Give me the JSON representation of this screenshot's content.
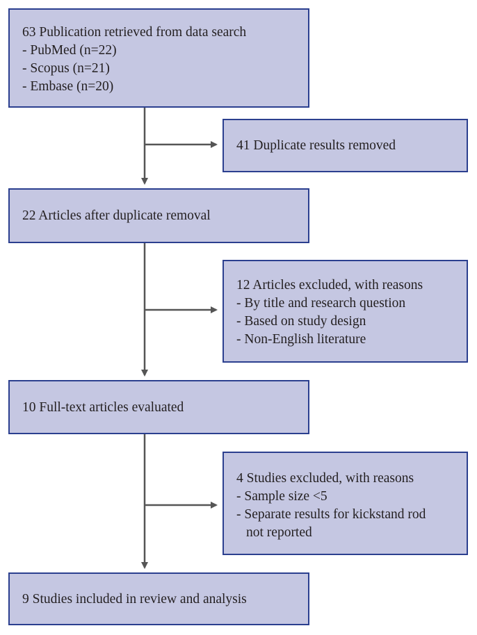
{
  "diagram": {
    "colors": {
      "box_fill": "#c5c7e2",
      "box_border": "#2b3f8f",
      "arrow": "#555555"
    },
    "boxes": {
      "identified": {
        "title": "63 Publication retrieved from data search",
        "items": [
          "- PubMed (n=22)",
          "- Scopus (n=21)",
          "- Embase (n=20)"
        ]
      },
      "duplicates": {
        "title": "41 Duplicate results removed"
      },
      "after_dedup": {
        "title": "22 Articles after duplicate removal"
      },
      "excluded_1": {
        "title": "12 Articles excluded, with reasons",
        "items": [
          "- By title and research question",
          "- Based on study design",
          "- Non-English literature"
        ]
      },
      "fulltext": {
        "title": "10 Full-text articles evaluated"
      },
      "excluded_2": {
        "title": "4 Studies excluded, with reasons",
        "items": [
          "- Sample size <5",
          "- Separate results for kickstand rod",
          "not reported"
        ]
      },
      "included": {
        "title": "9 Studies included in review and analysis"
      }
    }
  }
}
